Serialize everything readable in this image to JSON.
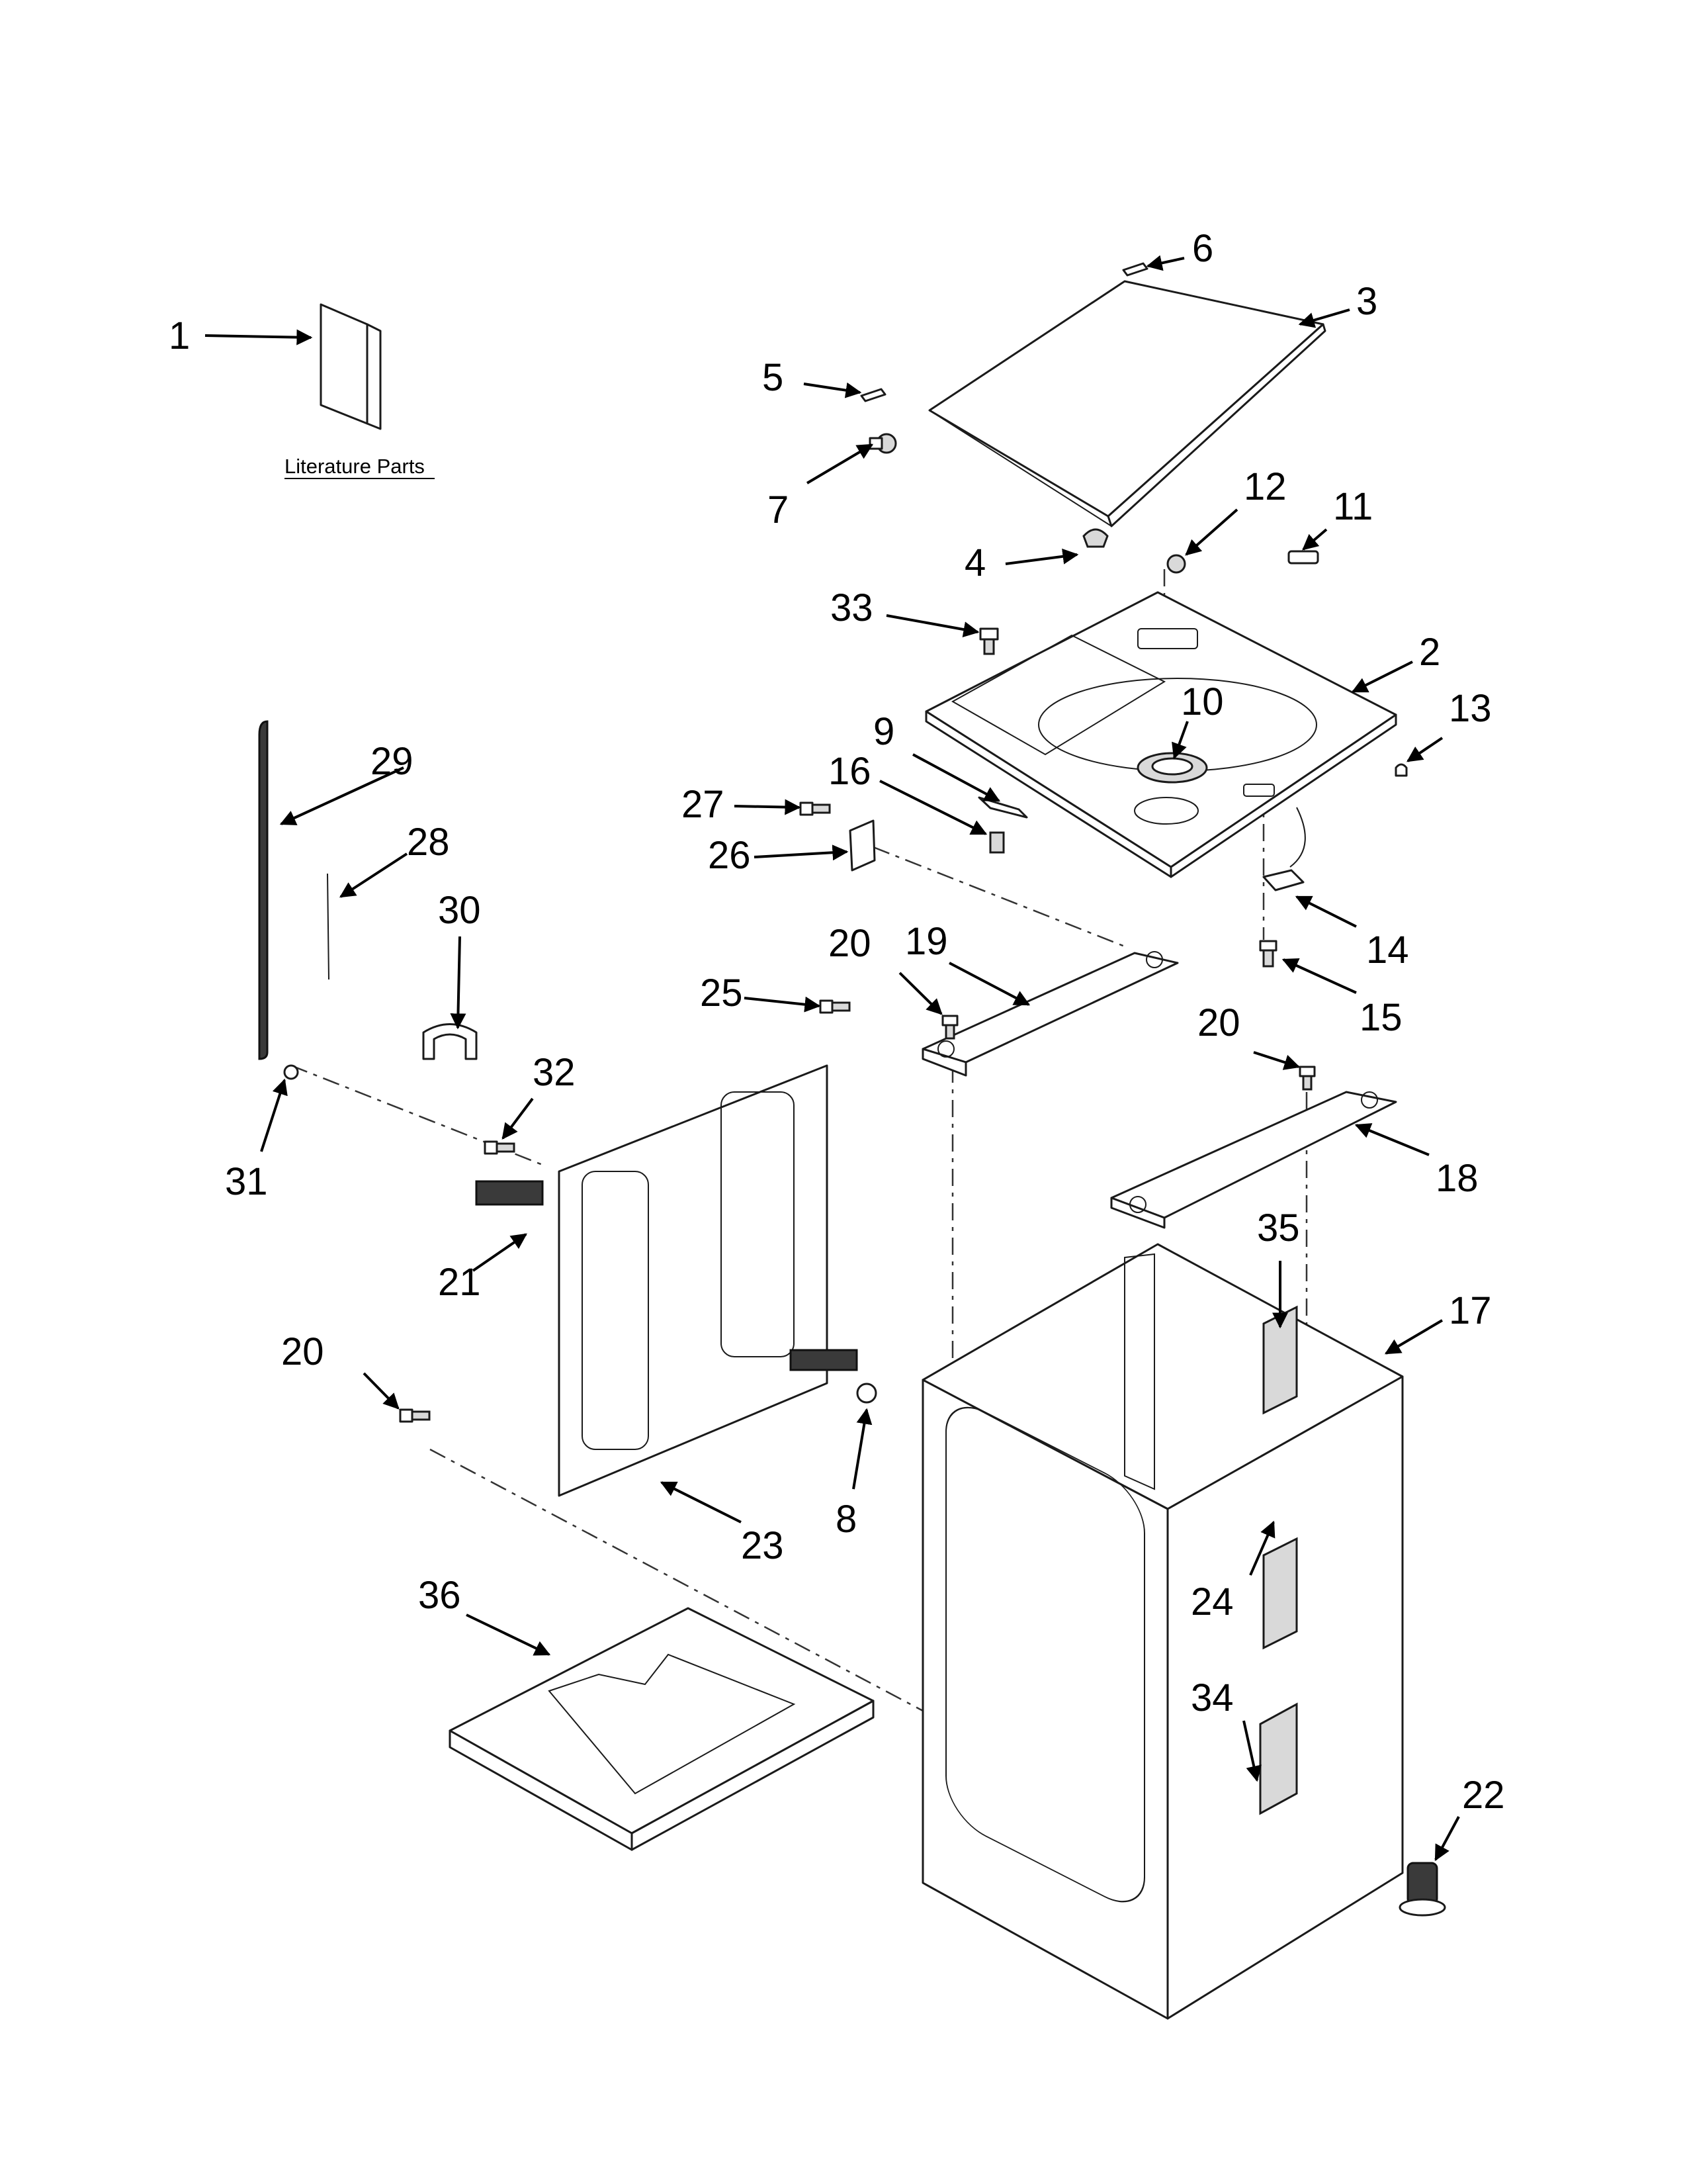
{
  "caption": "Literature Parts",
  "callouts": [
    "1",
    "2",
    "3",
    "4",
    "5",
    "6",
    "7",
    "8",
    "9",
    "10",
    "11",
    "12",
    "13",
    "14",
    "15",
    "16",
    "17",
    "18",
    "19",
    "20",
    "20",
    "20",
    "21",
    "22",
    "23",
    "24",
    "25",
    "26",
    "27",
    "28",
    "29",
    "30",
    "31",
    "32",
    "33",
    "34",
    "35",
    "36"
  ]
}
